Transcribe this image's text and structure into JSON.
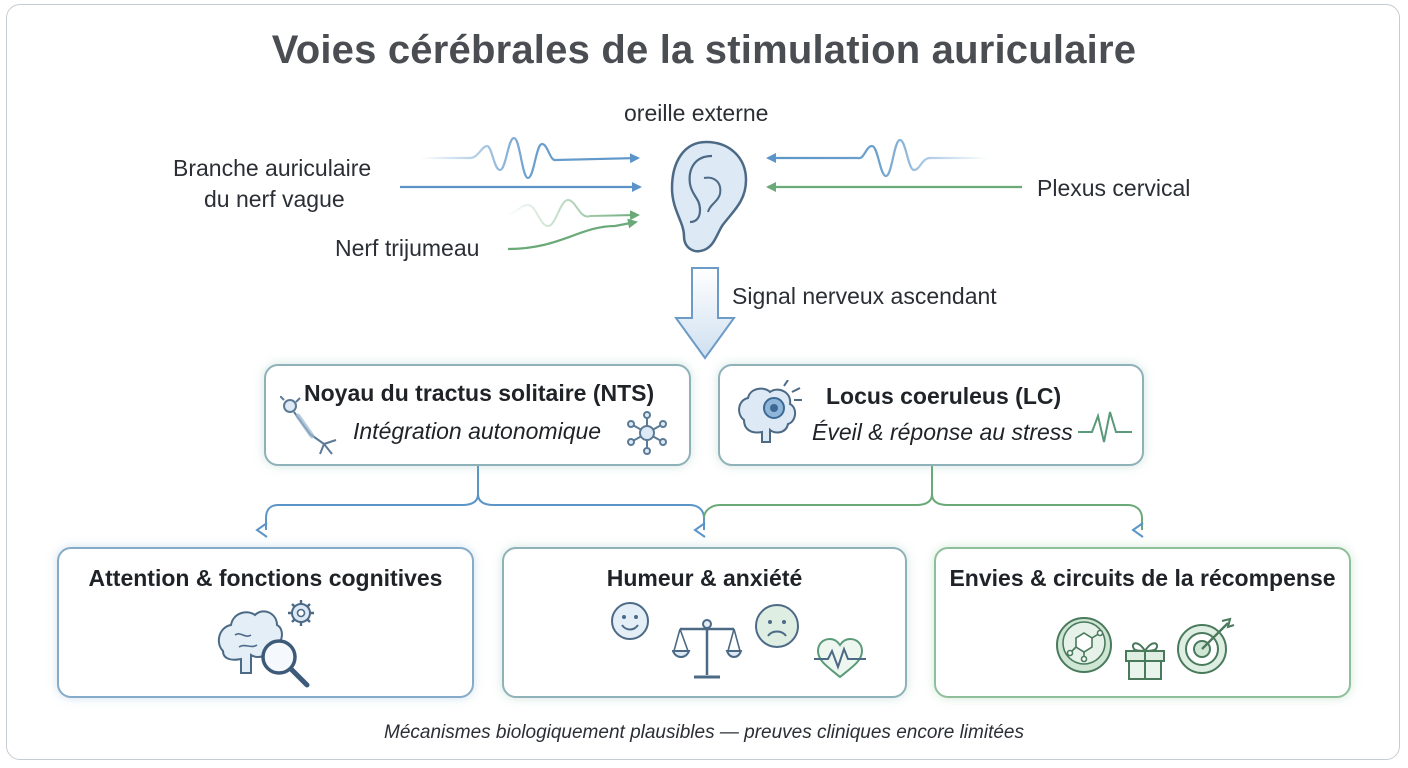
{
  "title": "Voies cérébrales de la stimulation auriculaire",
  "ear_label": "oreille externe",
  "inputs": {
    "vagus": [
      "Branche auriculaire",
      "du nerf vague"
    ],
    "trigeminal": "Nerf trijumeau",
    "cervical": "Plexus cervical"
  },
  "ascending_label": "Signal nerveux ascendant",
  "nuclei": {
    "nts": {
      "title": "Noyau du tractus solitaire (NTS)",
      "subtitle": "Intégration autonomique"
    },
    "lc": {
      "title": "Locus coeruleus (LC)",
      "subtitle": "Éveil & réponse au stress"
    }
  },
  "outcomes": [
    {
      "title": "Attention & fonctions cognitives",
      "icons": [
        "brain-icon",
        "gear-icon",
        "magnifier-icon"
      ]
    },
    {
      "title": "Humeur & anxiété",
      "icons": [
        "smiley-icon",
        "balance-scale-icon",
        "sad-face-icon",
        "heartbeat-icon"
      ]
    },
    {
      "title": "Envies & circuits de la récompense",
      "icons": [
        "coin-molecule-icon",
        "gift-icon",
        "target-icon"
      ]
    }
  ],
  "footer": "Mécanismes biologiquement plausibles — preuves cliniques encore limitées",
  "colors": {
    "blue": "#5b95c8",
    "green": "#6aaa78",
    "border_blue": "#86abc8",
    "border_green": "#8fbf9a",
    "title": "#4a4d52"
  }
}
